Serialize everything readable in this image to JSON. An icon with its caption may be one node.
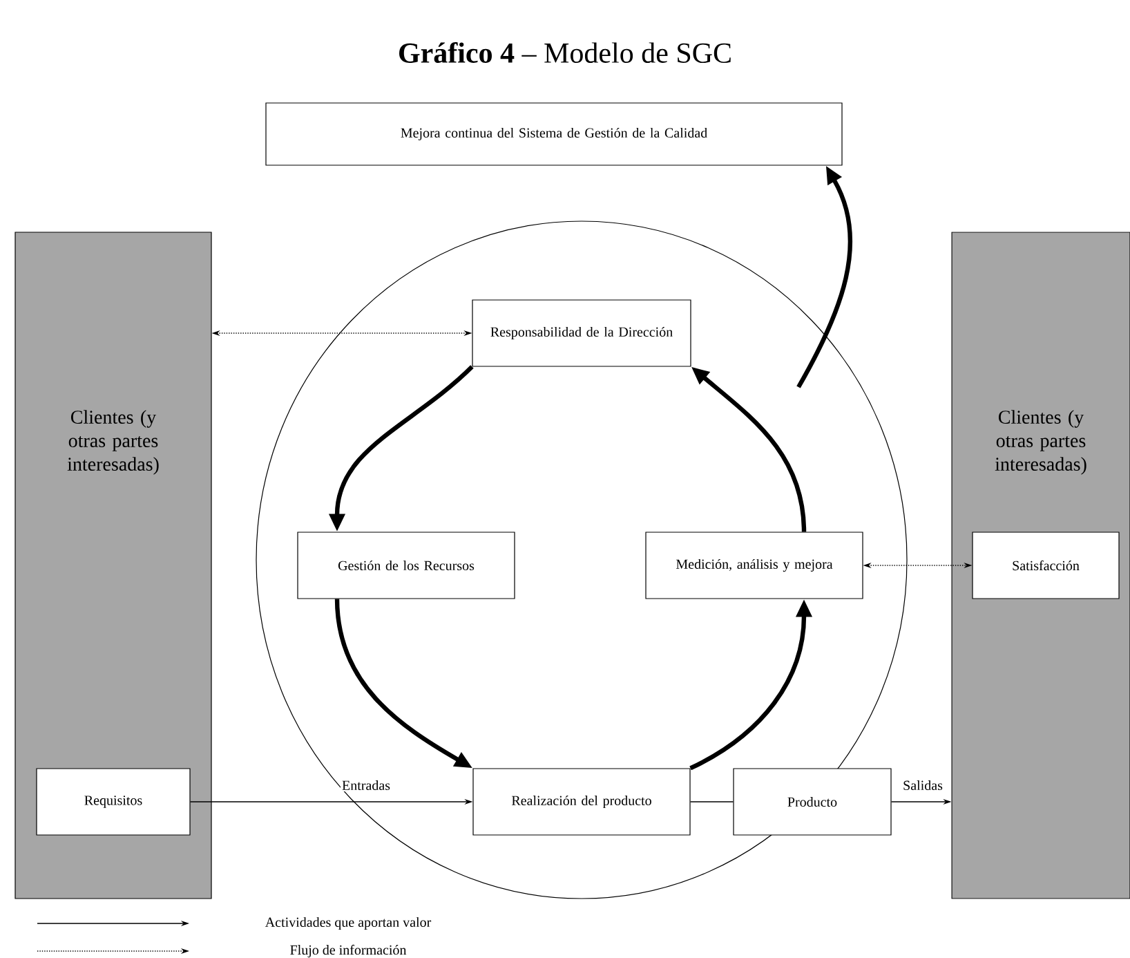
{
  "diagram": {
    "title": "**Gráfico 4** – Modelo de SGC",
    "nodes": [
      {
        "text": [
          "Mejora continua del Sistema de Gestión de la Calidad"
        ]
      },
      {
        "text": [
          "Clientes (y otras partes interesadas)"
        ]
      },
      {
        "text": [
          "Requisitos"
        ],
        "in": 1
      },
      {
        "text": [],
        "shape": "circle"
      },
      {
        "text": [
          "Responsabilidad de la Dirección"
        ],
        "in": 3
      },
      {
        "text": [
          "Gestión de los Recursos"
        ],
        "in": 3
      },
      {
        "text": [
          "Medición, análisis y mejora"
        ],
        "in": 3
      },
      {
        "text": [
          "Realización del producto"
        ],
        "in": 3
      },
      {
        "text": [
          "Producto"
        ]
      },
      {
        "text": [
          "Clientes (y otras partes interesadas)"
        ]
      },
      {
        "text": [
          "Satisfacción"
        ],
        "in": 9
      }
    ],
    "edges": [
      {
        "from": 2,
        "to": 7,
        "arrow": "to",
        "label": "Entradas"
      },
      {
        "from": 7,
        "to": 8,
        "arrow": "none"
      },
      {
        "from": 8,
        "to": 9,
        "arrow": "to",
        "label": "Salidas"
      },
      {
        "from": 4,
        "to": 1,
        "arrow": "both",
        "style": "dashed"
      },
      {
        "from": 6,
        "to": 10,
        "arrow": "both",
        "style": "dashed"
      },
      {
        "from": 4,
        "to": 5,
        "arrow": "to",
        "style": "thick"
      },
      {
        "from": 5,
        "to": 7,
        "arrow": "to",
        "style": "thick"
      },
      {
        "from": 7,
        "to": 6,
        "arrow": "to",
        "style": "thick"
      },
      {
        "from": 6,
        "to": 4,
        "arrow": "to",
        "style": "thick"
      },
      {
        "from": null,
        "to": 0,
        "arrow": "to",
        "style": "thick"
      }
    ],
    "legend": [
      {
        "text": "Actividades que aportan valor"
      },
      {
        "text": "Flujo de información"
      }
    ]
  }
}
